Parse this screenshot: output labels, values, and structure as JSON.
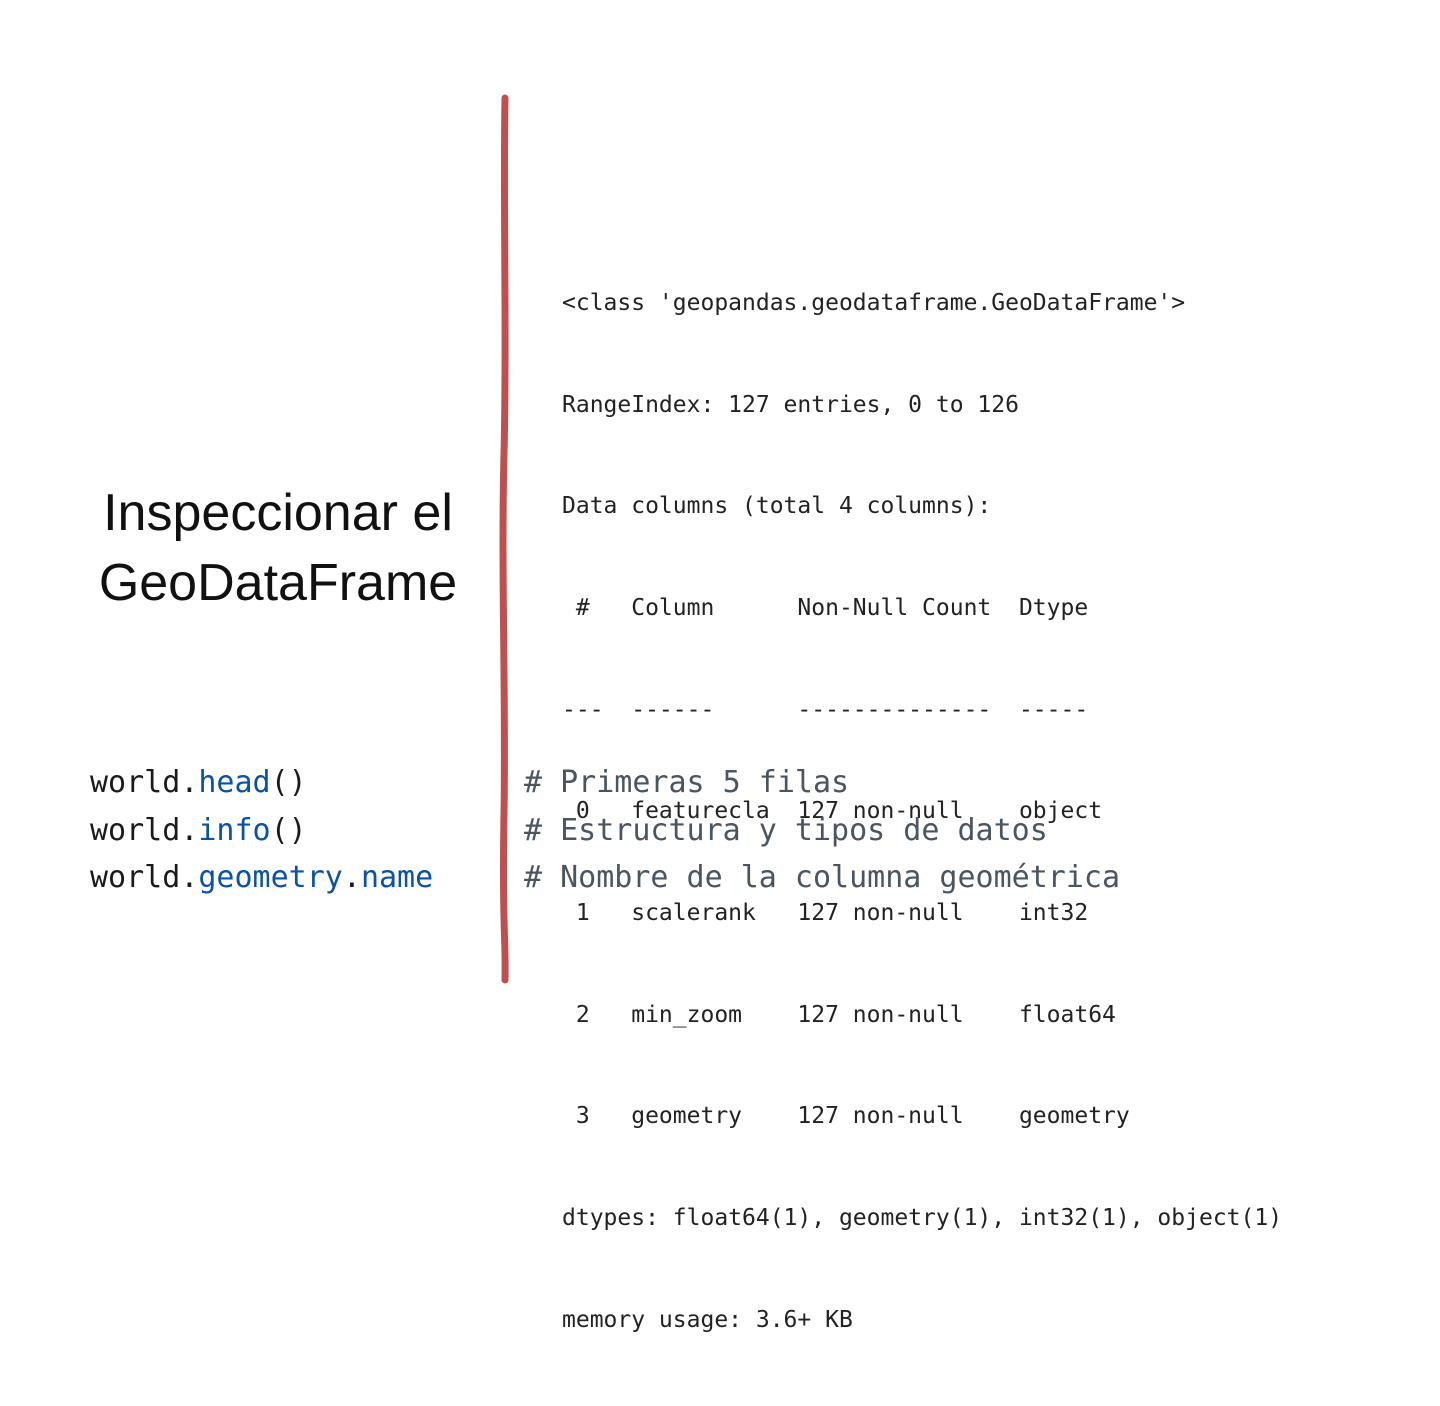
{
  "slide": {
    "title_line1": "Inspeccionar el",
    "title_line2": "GeoDataFrame",
    "divider_color": "#c0504d"
  },
  "info_output": [
    "<class 'geopandas.geodataframe.GeoDataFrame'>",
    "RangeIndex: 127 entries, 0 to 126",
    "Data columns (total 4 columns):",
    " #   Column      Non-Null Count  Dtype   ",
    "---  ------      --------------  -----   ",
    " 0   featurecla  127 non-null    object  ",
    " 1   scalerank   127 non-null    int32   ",
    " 2   min_zoom    127 non-null    float64 ",
    " 3   geometry    127 non-null    geometry",
    "dtypes: float64(1), geometry(1), int32(1), object(1)",
    "memory usage: 3.6+ KB"
  ],
  "code_lines": [
    {
      "obj": "world",
      "dot": ".",
      "attr": "head",
      "dot2": "",
      "attr2": "",
      "call": "()",
      "comment": "# Primeras 5 filas"
    },
    {
      "obj": "world",
      "dot": ".",
      "attr": "info",
      "dot2": "",
      "attr2": "",
      "call": "()",
      "comment": "# Estructura y tipos de datos"
    },
    {
      "obj": "world",
      "dot": ".",
      "attr": "geometry",
      "dot2": ".",
      "attr2": "name",
      "call": "",
      "comment": "# Nombre de la columna geométrica"
    }
  ],
  "colors": {
    "attribute": "#0a52a3",
    "comment": "#4a5560",
    "divider": "#c0504d"
  }
}
